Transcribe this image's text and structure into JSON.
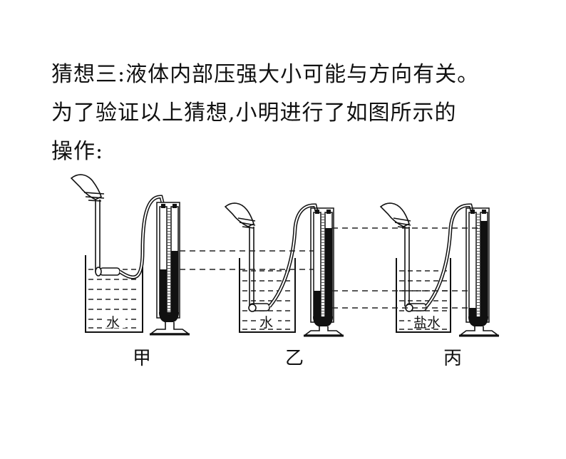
{
  "text": {
    "line1": "猜想三:液体内部压强大小可能与方向有关。",
    "line2": "为了验证以上猜想,小明进行了如图所示的",
    "line3": "操作:"
  },
  "setups": [
    {
      "caption": "甲",
      "liquid": "水"
    },
    {
      "caption": "乙",
      "liquid": "水"
    },
    {
      "caption": "丙",
      "liquid": "盐水"
    }
  ]
}
